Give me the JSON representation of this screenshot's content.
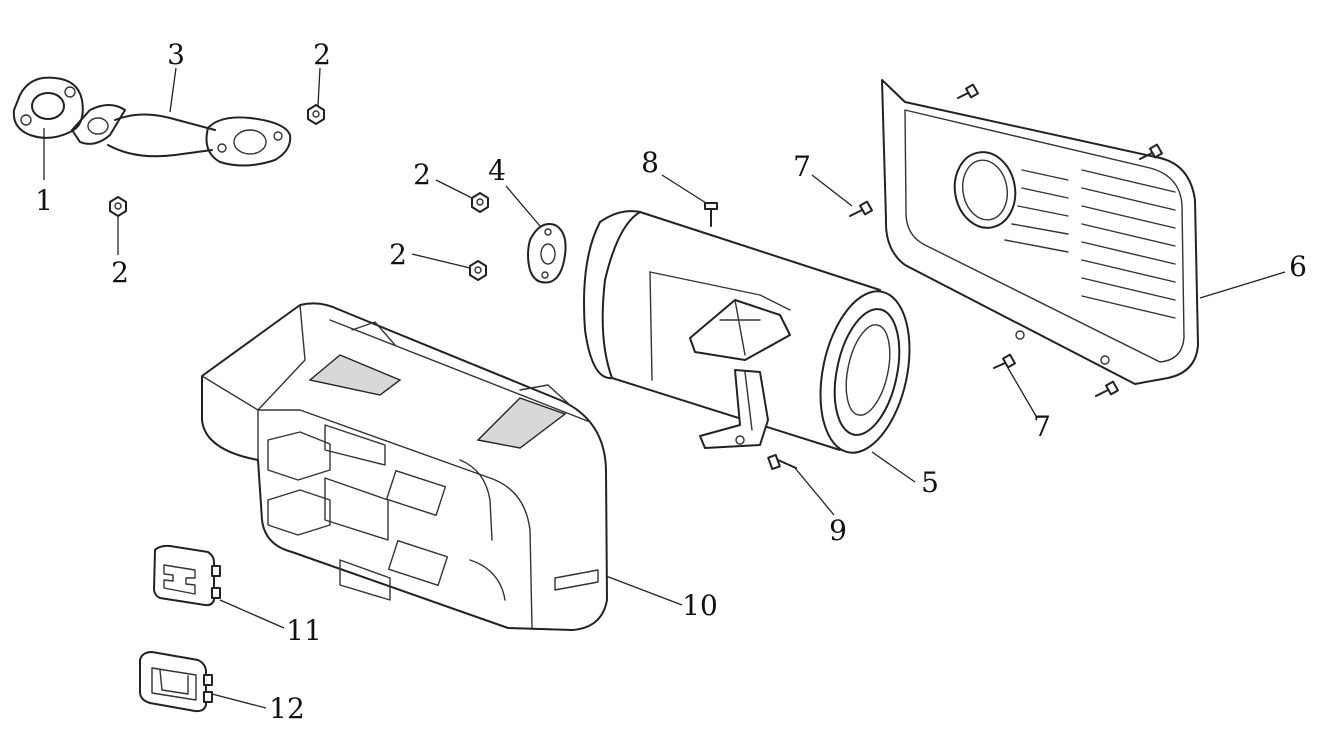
{
  "callouts": [
    {
      "id": "c1",
      "label": "1"
    },
    {
      "id": "c2a",
      "label": "2"
    },
    {
      "id": "c2b",
      "label": "2"
    },
    {
      "id": "c2c",
      "label": "2"
    },
    {
      "id": "c2d",
      "label": "2"
    },
    {
      "id": "c3",
      "label": "3"
    },
    {
      "id": "c4",
      "label": "4"
    },
    {
      "id": "c5",
      "label": "5"
    },
    {
      "id": "c6",
      "label": "6"
    },
    {
      "id": "c7a",
      "label": "7"
    },
    {
      "id": "c7b",
      "label": "7"
    },
    {
      "id": "c8",
      "label": "8"
    },
    {
      "id": "c9",
      "label": "9"
    },
    {
      "id": "c10",
      "label": "10"
    },
    {
      "id": "c11",
      "label": "11"
    },
    {
      "id": "c12",
      "label": "12"
    }
  ],
  "colors": {
    "line": "#222222",
    "background": "#ffffff"
  }
}
